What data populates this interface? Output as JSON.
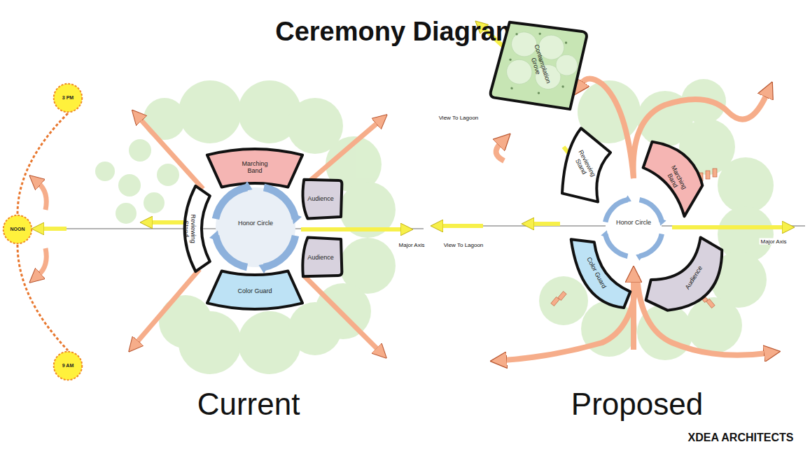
{
  "diagram": {
    "title": "Ceremony Diagrams",
    "nodes": [
      {
        "text": [
          "3 PM"
        ]
      },
      {
        "text": [
          "NOON"
        ]
      },
      {
        "text": [
          "9 AM"
        ]
      },
      {
        "text": [
          "Marching Band"
        ]
      },
      {
        "text": [
          "Audience"
        ]
      },
      {
        "text": [
          "Reviewing Stand"
        ]
      },
      {
        "text": [
          "Honor Circle"
        ]
      },
      {
        "text": [
          "Audience"
        ]
      },
      {
        "text": [
          "Color Guard"
        ]
      },
      {
        "text": [
          "Contemplation Grove"
        ]
      },
      {
        "text": [
          "Reviewing Stand"
        ]
      },
      {
        "text": [
          "Marching Band"
        ]
      },
      {
        "text": [
          "Honor Circle"
        ]
      },
      {
        "text": [
          "Color Guard"
        ]
      },
      {
        "text": [
          "Audience"
        ]
      }
    ],
    "edges": [
      {
        "from": 0,
        "to": 1,
        "arrow": "none"
      },
      {
        "from": 1,
        "to": 2,
        "arrow": "none"
      }
    ],
    "labels": [
      "Major Axis",
      "Current",
      "View To Lagoon",
      "View To Lagoon",
      "Major Axis",
      "Proposed",
      "XDEA ARCHITECTS"
    ]
  }
}
